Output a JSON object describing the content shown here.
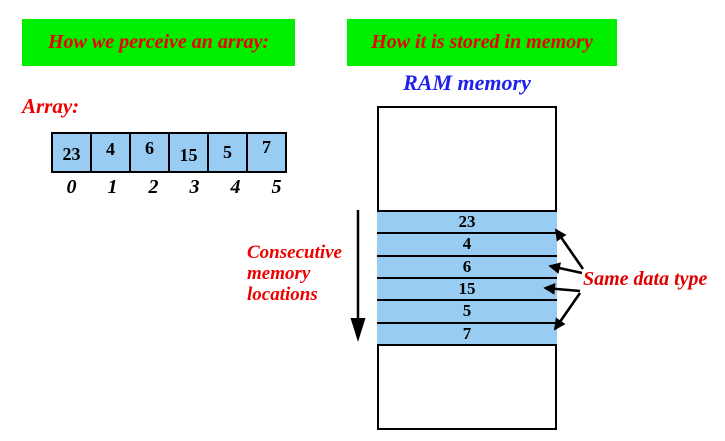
{
  "headers": {
    "left": "How we perceive an array:",
    "right": "How it is stored in memory"
  },
  "array_section": {
    "label": "Array:",
    "values": [
      "23",
      "4",
      "6",
      "15",
      "5",
      "7"
    ],
    "indices": [
      "0",
      "1",
      "2",
      "3",
      "4",
      "5"
    ]
  },
  "memory_section": {
    "ram_label": "RAM memory",
    "values": [
      "23",
      "4",
      "6",
      "15",
      "5",
      "7"
    ]
  },
  "annotations": {
    "consecutive_line1": "Consecutive",
    "consecutive_line2": "memory",
    "consecutive_line3": "locations",
    "same_data_type": "Same data type"
  },
  "colors": {
    "banner_bg": "#00ee00",
    "banner_text": "#ee0000",
    "cell_fill": "#99ccf2",
    "ram_label_text": "#2020ee",
    "annotation_red": "#ee0000",
    "same_data_type_red": "#dd0000",
    "arrow_black": "#000000",
    "border": "#000000"
  }
}
